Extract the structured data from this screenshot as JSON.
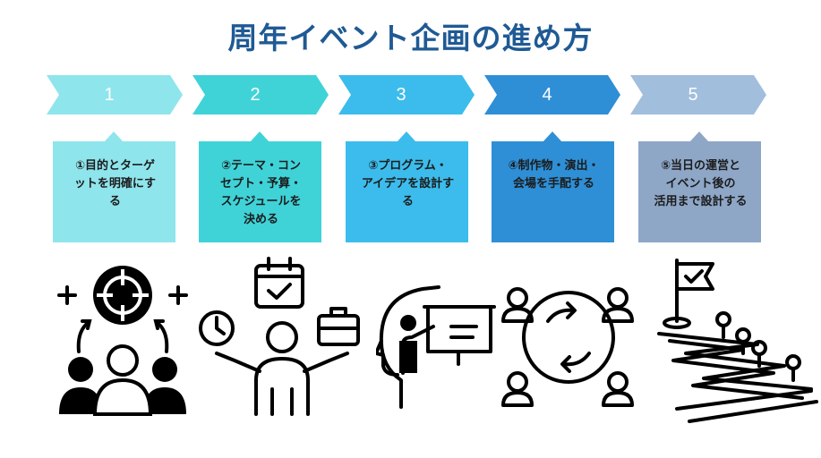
{
  "title": "周年イベント企画の進め方",
  "steps": [
    {
      "number": "1",
      "text": "①目的とターゲ\nットを明確にす\nる",
      "color": "#8fe5ec",
      "icon": "target-audience-icon"
    },
    {
      "number": "2",
      "text": "②テーマ・コン\nセプト・予算・\nスケジュールを\n決める",
      "color": "#3fd3d8",
      "icon": "planning-person-icon"
    },
    {
      "number": "3",
      "text": "③プログラム・\nアイデアを設計す\nる",
      "color": "#3cbcec",
      "icon": "presentation-head-icon"
    },
    {
      "number": "4",
      "text": "④制作物・演出・\n会場を手配する",
      "color": "#2e8fd6",
      "icon": "team-cycle-icon"
    },
    {
      "number": "5",
      "text": "⑤当日の運営と\nイベント後の\n活用まで設計する",
      "color": "#a1bedd",
      "card_color": "#8ea7c7",
      "icon": "roadmap-flag-icon"
    }
  ]
}
